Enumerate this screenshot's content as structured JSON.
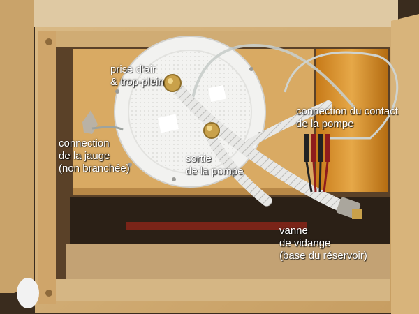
{
  "labels": {
    "air_intake": {
      "line1": "prise d’air",
      "line2": "& trop-plein"
    },
    "gauge": {
      "line1": "connection",
      "line2": "de la jauge",
      "line3": "(non branchée)"
    },
    "pump_outlet": {
      "line1": "sortie",
      "line2": "de la pompe"
    },
    "pump_contact": {
      "line1": "connection du contact",
      "line2": "de la pompe"
    },
    "drain_valve": {
      "line1": "vanne",
      "line2": "de vidange",
      "line3": "(base du réservoir)"
    }
  }
}
